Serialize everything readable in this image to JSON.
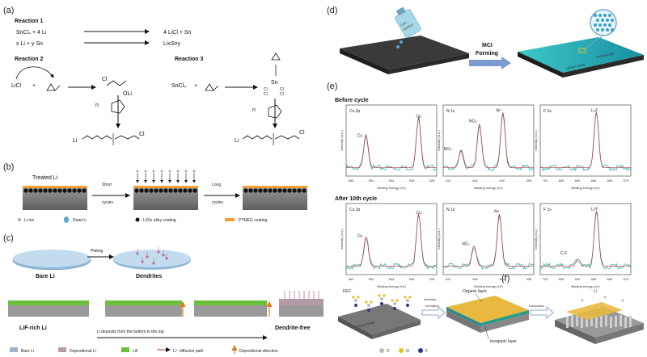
{
  "panels": {
    "a": "(a)",
    "b": "(b)",
    "c": "(c)",
    "d": "(d)",
    "e": "(e)",
    "f": "(f)"
  },
  "reactions": {
    "r1_title": "Reaction 1",
    "r1_line1_left": "SnCl₄  +  4 Li",
    "r1_line1_right": "4 LiCl  +  Sn",
    "r1_line2_left": "x Li  +  y Sn",
    "r1_line2_right": "LixSny",
    "r2_title": "Reaction 2",
    "r3_title": "Reaction 3",
    "licl": "LiCl",
    "sncl4": "SnCl₄",
    "oli": "OLi",
    "cl": "Cl",
    "n": "n",
    "li": "Li"
  },
  "panel_b": {
    "treated": "Treated Li",
    "short_cycles": "Short\ncycles",
    "long_cycles": "Long\ncycles",
    "legend": [
      "Li-ion",
      "Dead Li",
      "Li/Sn alloy coating",
      "PTMEG coating"
    ]
  },
  "panel_c": {
    "plating": "Plating",
    "bare_li": "Bare Li",
    "dendrites": "Dendrites",
    "lif_rich": "LiF-rich Li",
    "dendrite_free": "Dendrite-free",
    "bottom_top": "Li deposits from the bottom to the top",
    "legend": [
      "Bare Li",
      "Depositional Li",
      "LiF",
      "Li⁺ diffusion path",
      "Depositional direction"
    ]
  },
  "panel_d": {
    "cuf2": "CuF₂ solution",
    "mci": "MCI",
    "forming": "Forming",
    "lithium_metal": "Lithium Metal",
    "artificial_sei": "Artificial SEI"
  },
  "panel_e": {
    "before": "Before cycle",
    "after": "After 10th cycle",
    "ylabel": "Intensity (a.u.)",
    "xlabel": "Binding energy (eV)",
    "spectra": [
      {
        "name": "Cu 2p",
        "ticks": [
          "960",
          "952",
          "944",
          "936",
          "928"
        ],
        "peaks": [
          "Cu",
          "Cu"
        ]
      },
      {
        "name": "N 1s",
        "ticks": [
          "410",
          "405",
          "400",
          "395"
        ],
        "peaks": [
          "NO₃⁻",
          "NO₂⁻",
          "N³⁻"
        ]
      },
      {
        "name": "F 1s",
        "ticks": [
          "700",
          "695",
          "690",
          "685",
          "680",
          "675"
        ],
        "peaks": [
          "Li-F"
        ]
      },
      {
        "name": "Cu 2p",
        "ticks": [
          "960",
          "952",
          "944",
          "936",
          "928"
        ],
        "peaks": [
          "Cu",
          "Cu"
        ]
      },
      {
        "name": "N 1s",
        "ticks": [
          "410",
          "405",
          "400",
          "395"
        ],
        "peaks": [
          "NO₂⁻",
          "N³⁻"
        ]
      },
      {
        "name": "F 1s",
        "ticks": [
          "700",
          "695",
          "690",
          "685",
          "680",
          "675"
        ],
        "peaks": [
          "Li-F",
          "C-F"
        ]
      }
    ]
  },
  "panel_f": {
    "fec": "FEC",
    "interface": "Interface formation",
    "organic": "Organic layer",
    "inorganic": "Inorganic layer",
    "nucleation": "Nucleation",
    "li": "Li",
    "lithium_metal": "Lithium metal",
    "legend": [
      "C",
      "O",
      "F"
    ]
  },
  "colors": {
    "orange": "#f0a030",
    "teal": "#2ab0b0",
    "green": "#6cbf3a",
    "gray": "#8a8a8a",
    "darkblue": "#2a3a8a"
  }
}
